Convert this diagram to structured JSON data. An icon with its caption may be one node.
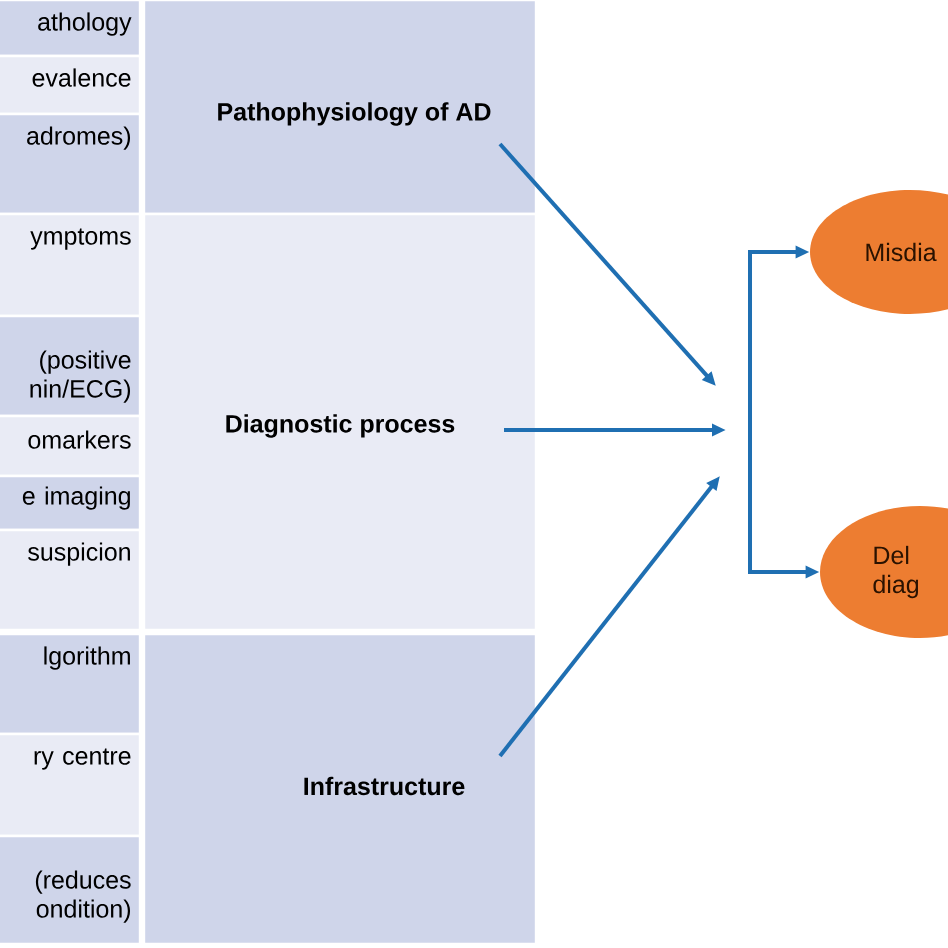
{
  "diagram": {
    "nodes": [
      {
        "text": [
          "Pathophysiology of AD"
        ]
      },
      {
        "text": [
          "Diagnostic process"
        ]
      },
      {
        "text": [
          "Infrastructure"
        ]
      },
      {
        "text": [
          "athology"
        ]
      },
      {
        "text": [
          "evalence"
        ]
      },
      {
        "text": [
          "adromes)"
        ]
      },
      {
        "text": [
          "ymptoms"
        ]
      },
      {
        "text": [
          "(positive nin/ECG)"
        ]
      },
      {
        "text": [
          "omarkers"
        ]
      },
      {
        "text": [
          "e imaging"
        ]
      },
      {
        "text": [
          "suspicion"
        ]
      },
      {
        "text": [
          "lgorithm"
        ]
      },
      {
        "text": [
          "ry centre"
        ]
      },
      {
        "text": [
          "(reduces ondition)"
        ]
      },
      {
        "text": [
          "Misdia"
        ]
      },
      {
        "text": [
          "Del diag"
        ]
      }
    ],
    "edges": [
      {
        "from": 0,
        "to": null,
        "arrow": "to"
      },
      {
        "from": 1,
        "to": null,
        "arrow": "to"
      },
      {
        "from": 2,
        "to": null,
        "arrow": "to"
      },
      {
        "from": null,
        "to": 14,
        "arrow": "to"
      },
      {
        "from": null,
        "to": 15,
        "arrow": "to"
      }
    ]
  }
}
